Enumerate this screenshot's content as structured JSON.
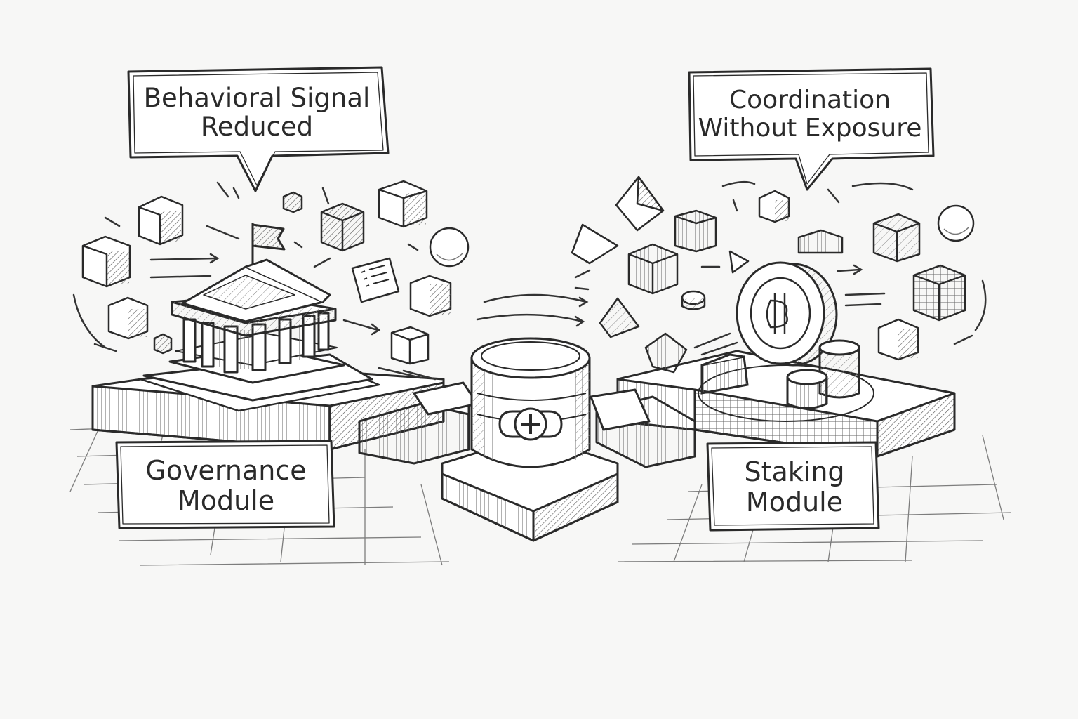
{
  "callouts": {
    "left": {
      "line1": "Behavioral Signal",
      "line2": "Reduced"
    },
    "right": {
      "line1": "Coordination",
      "line2": "Without Exposure"
    }
  },
  "modules": {
    "governance": {
      "line1": "Governance",
      "line2": "Module"
    },
    "staking": {
      "line1": "Staking",
      "line2": "Module"
    }
  },
  "icons": {
    "governance": "building-columns-icon",
    "vault": "vault-cylinder-icon",
    "coin": "coin-icon",
    "flag": "flag-icon",
    "checklist": "checklist-card-icon"
  },
  "colors": {
    "background": "#f7f7f6",
    "ink": "#2a2a2a",
    "shade": "#d8d8d6"
  }
}
